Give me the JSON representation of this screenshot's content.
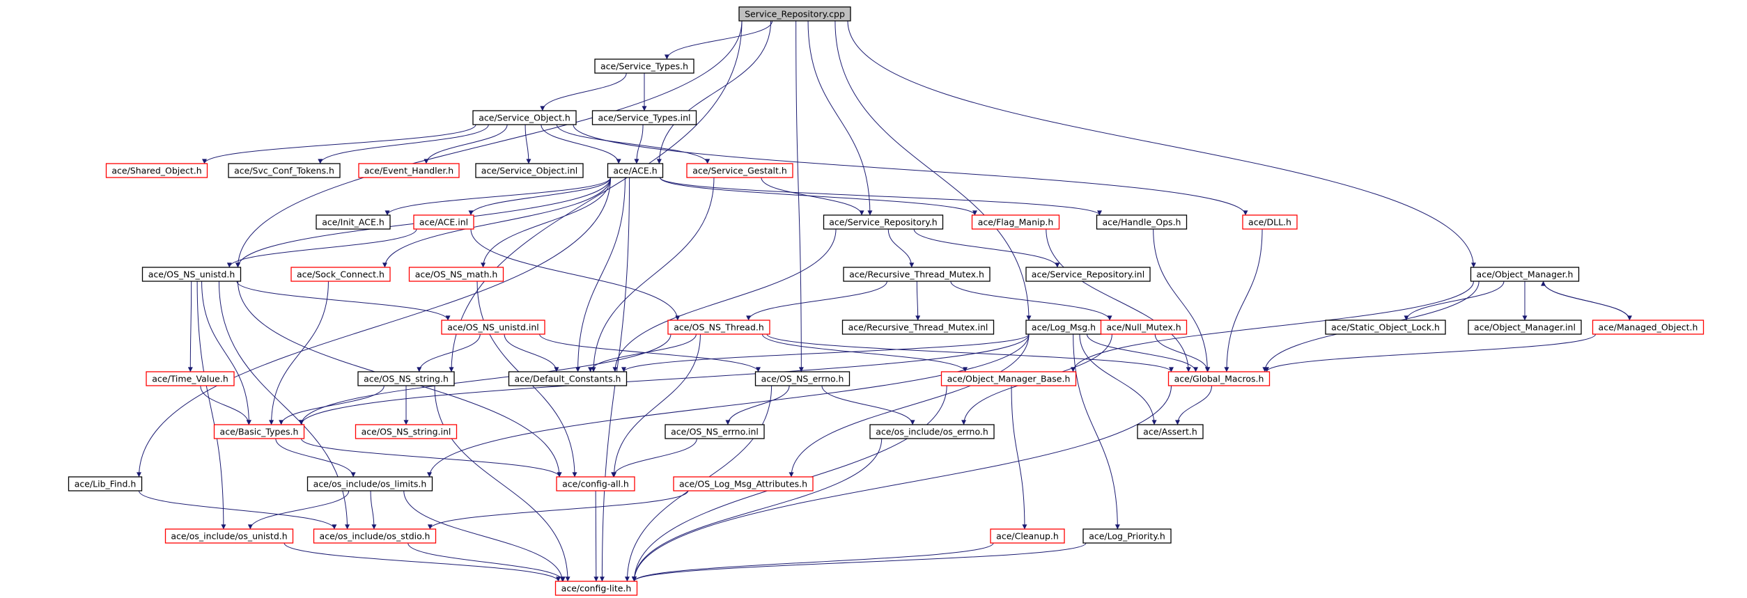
{
  "colors": {
    "edge": "#191970",
    "root_fill": "#bfbfbf",
    "doc_border": "#000000",
    "undoc_border": "#ff0000",
    "node_fill": "#ffffff"
  },
  "nodes": [
    {
      "id": "root",
      "label": "Service_Repository.cpp",
      "kind": "root"
    },
    {
      "id": "svctypes",
      "label": "ace/Service_Types.h",
      "kind": "doc"
    },
    {
      "id": "svcobj",
      "label": "ace/Service_Object.h",
      "kind": "doc"
    },
    {
      "id": "svctypesinl",
      "label": "ace/Service_Types.inl",
      "kind": "doc"
    },
    {
      "id": "sharedobj",
      "label": "ace/Shared_Object.h",
      "kind": "undoc"
    },
    {
      "id": "svcconf",
      "label": "ace/Svc_Conf_Tokens.h",
      "kind": "doc"
    },
    {
      "id": "evhandler",
      "label": "ace/Event_Handler.h",
      "kind": "undoc"
    },
    {
      "id": "svcobjinl",
      "label": "ace/Service_Object.inl",
      "kind": "doc"
    },
    {
      "id": "aceh",
      "label": "ace/ACE.h",
      "kind": "doc"
    },
    {
      "id": "gestalt",
      "label": "ace/Service_Gestalt.h",
      "kind": "undoc"
    },
    {
      "id": "initace",
      "label": "ace/Init_ACE.h",
      "kind": "doc"
    },
    {
      "id": "aceinl",
      "label": "ace/ACE.inl",
      "kind": "undoc"
    },
    {
      "id": "svcrepo",
      "label": "ace/Service_Repository.h",
      "kind": "doc"
    },
    {
      "id": "flagmanip",
      "label": "ace/Flag_Manip.h",
      "kind": "undoc"
    },
    {
      "id": "handleops",
      "label": "ace/Handle_Ops.h",
      "kind": "doc"
    },
    {
      "id": "dll",
      "label": "ace/DLL.h",
      "kind": "undoc"
    },
    {
      "id": "unistd",
      "label": "ace/OS_NS_unistd.h",
      "kind": "doc"
    },
    {
      "id": "sockconnect",
      "label": "ace/Sock_Connect.h",
      "kind": "undoc"
    },
    {
      "id": "osmath",
      "label": "ace/OS_NS_math.h",
      "kind": "undoc"
    },
    {
      "id": "recmutex",
      "label": "ace/Recursive_Thread_Mutex.h",
      "kind": "doc"
    },
    {
      "id": "svcrepoinl",
      "label": "ace/Service_Repository.inl",
      "kind": "doc"
    },
    {
      "id": "objmgr",
      "label": "ace/Object_Manager.h",
      "kind": "doc"
    },
    {
      "id": "unistdinl",
      "label": "ace/OS_NS_unistd.inl",
      "kind": "undoc"
    },
    {
      "id": "osthread",
      "label": "ace/OS_NS_Thread.h",
      "kind": "undoc"
    },
    {
      "id": "recmutexinl",
      "label": "ace/Recursive_Thread_Mutex.inl",
      "kind": "doc"
    },
    {
      "id": "logmsg",
      "label": "ace/Log_Msg.h",
      "kind": "doc"
    },
    {
      "id": "nullmutex",
      "label": "ace/Null_Mutex.h",
      "kind": "undoc"
    },
    {
      "id": "staticlock",
      "label": "ace/Static_Object_Lock.h",
      "kind": "doc"
    },
    {
      "id": "objmgrinl",
      "label": "ace/Object_Manager.inl",
      "kind": "doc"
    },
    {
      "id": "managedobj",
      "label": "ace/Managed_Object.h",
      "kind": "undoc"
    },
    {
      "id": "timevalue",
      "label": "ace/Time_Value.h",
      "kind": "undoc"
    },
    {
      "id": "osstring",
      "label": "ace/OS_NS_string.h",
      "kind": "doc"
    },
    {
      "id": "defconst",
      "label": "ace/Default_Constants.h",
      "kind": "doc"
    },
    {
      "id": "oserrno",
      "label": "ace/OS_NS_errno.h",
      "kind": "doc"
    },
    {
      "id": "objmgrbase",
      "label": "ace/Object_Manager_Base.h",
      "kind": "undoc"
    },
    {
      "id": "globalmacros",
      "label": "ace/Global_Macros.h",
      "kind": "undoc"
    },
    {
      "id": "basictypes",
      "label": "ace/Basic_Types.h",
      "kind": "undoc"
    },
    {
      "id": "osstringinl",
      "label": "ace/OS_NS_string.inl",
      "kind": "undoc"
    },
    {
      "id": "oserrnoinl",
      "label": "ace/OS_NS_errno.inl",
      "kind": "doc"
    },
    {
      "id": "osincerrno",
      "label": "ace/os_include/os_errno.h",
      "kind": "doc"
    },
    {
      "id": "assert",
      "label": "ace/Assert.h",
      "kind": "doc"
    },
    {
      "id": "libfind",
      "label": "ace/Lib_Find.h",
      "kind": "doc"
    },
    {
      "id": "oslimits",
      "label": "ace/os_include/os_limits.h",
      "kind": "doc"
    },
    {
      "id": "configall",
      "label": "ace/config-all.h",
      "kind": "undoc"
    },
    {
      "id": "logmsgattr",
      "label": "ace/OS_Log_Msg_Attributes.h",
      "kind": "undoc"
    },
    {
      "id": "osincunistd",
      "label": "ace/os_include/os_unistd.h",
      "kind": "undoc"
    },
    {
      "id": "osincstdio",
      "label": "ace/os_include/os_stdio.h",
      "kind": "undoc"
    },
    {
      "id": "cleanup",
      "label": "ace/Cleanup.h",
      "kind": "undoc"
    },
    {
      "id": "logpriority",
      "label": "ace/Log_Priority.h",
      "kind": "doc"
    },
    {
      "id": "configlite",
      "label": "ace/config-lite.h",
      "kind": "undoc"
    }
  ],
  "edges": [
    [
      "root",
      "svctypes"
    ],
    [
      "root",
      "aceh"
    ],
    [
      "root",
      "unistd"
    ],
    [
      "root",
      "osstring"
    ],
    [
      "root",
      "oserrno"
    ],
    [
      "root",
      "svcrepo"
    ],
    [
      "root",
      "logmsg"
    ],
    [
      "root",
      "objmgr"
    ],
    [
      "svctypes",
      "svcobj"
    ],
    [
      "svctypes",
      "svctypesinl"
    ],
    [
      "svcobj",
      "sharedobj"
    ],
    [
      "svcobj",
      "svcconf"
    ],
    [
      "svcobj",
      "evhandler"
    ],
    [
      "svcobj",
      "svcobjinl"
    ],
    [
      "svcobj",
      "aceh"
    ],
    [
      "svcobj",
      "gestalt"
    ],
    [
      "svcobj",
      "dll"
    ],
    [
      "svctypesinl",
      "aceh"
    ],
    [
      "aceh",
      "initace"
    ],
    [
      "aceh",
      "aceinl"
    ],
    [
      "aceh",
      "flagmanip"
    ],
    [
      "aceh",
      "handleops"
    ],
    [
      "aceh",
      "sockconnect"
    ],
    [
      "aceh",
      "osmath"
    ],
    [
      "aceh",
      "defconst"
    ],
    [
      "aceh",
      "libfind"
    ],
    [
      "aceh",
      "configlite"
    ],
    [
      "aceh",
      "unistd"
    ],
    [
      "gestalt",
      "svcrepo"
    ],
    [
      "gestalt",
      "defconst"
    ],
    [
      "aceinl",
      "unistd"
    ],
    [
      "aceinl",
      "osthread"
    ],
    [
      "svcrepo",
      "recmutex"
    ],
    [
      "svcrepo",
      "svcrepoinl"
    ],
    [
      "svcrepo",
      "defconst"
    ],
    [
      "flagmanip",
      "globalmacros"
    ],
    [
      "handleops",
      "globalmacros"
    ],
    [
      "dll",
      "globalmacros"
    ],
    [
      "unistd",
      "unistdinl"
    ],
    [
      "unistd",
      "timevalue"
    ],
    [
      "unistd",
      "basictypes"
    ],
    [
      "unistd",
      "osincunistd"
    ],
    [
      "unistd",
      "osincstdio"
    ],
    [
      "unistd",
      "configall"
    ],
    [
      "sockconnect",
      "basictypes"
    ],
    [
      "osmath",
      "configall"
    ],
    [
      "recmutex",
      "osthread"
    ],
    [
      "recmutex",
      "recmutexinl"
    ],
    [
      "recmutex",
      "nullmutex"
    ],
    [
      "objmgr",
      "staticlock"
    ],
    [
      "objmgr",
      "objmgrinl"
    ],
    [
      "objmgr",
      "managedobj"
    ],
    [
      "objmgr",
      "objmgrbase"
    ],
    [
      "objmgr",
      "globalmacros"
    ],
    [
      "managedobj",
      "objmgr"
    ],
    [
      "managedobj",
      "globalmacros"
    ],
    [
      "unistdinl",
      "osstring"
    ],
    [
      "unistdinl",
      "defconst"
    ],
    [
      "unistdinl",
      "oserrno"
    ],
    [
      "osthread",
      "defconst"
    ],
    [
      "osthread",
      "basictypes"
    ],
    [
      "osthread",
      "configall"
    ],
    [
      "osthread",
      "objmgrbase"
    ],
    [
      "osthread",
      "globalmacros"
    ],
    [
      "logmsg",
      "defconst"
    ],
    [
      "logmsg",
      "globalmacros"
    ],
    [
      "logmsg",
      "assert"
    ],
    [
      "logmsg",
      "logpriority"
    ],
    [
      "logmsg",
      "logmsgattr"
    ],
    [
      "logmsg",
      "oslimits"
    ],
    [
      "logmsg",
      "basictypes"
    ],
    [
      "nullmutex",
      "globalmacros"
    ],
    [
      "nullmutex",
      "osincerrno"
    ],
    [
      "timevalue",
      "basictypes"
    ],
    [
      "osstring",
      "basictypes"
    ],
    [
      "osstring",
      "osstringinl"
    ],
    [
      "osstring",
      "configlite"
    ],
    [
      "oserrno",
      "oserrnoinl"
    ],
    [
      "oserrno",
      "osincerrno"
    ],
    [
      "oserrno",
      "configlite"
    ],
    [
      "objmgrbase",
      "cleanup"
    ],
    [
      "objmgrbase",
      "configlite"
    ],
    [
      "globalmacros",
      "assert"
    ],
    [
      "globalmacros",
      "configlite"
    ],
    [
      "basictypes",
      "oslimits"
    ],
    [
      "basictypes",
      "configall"
    ],
    [
      "oserrnoinl",
      "configall"
    ],
    [
      "osincerrno",
      "configlite"
    ],
    [
      "libfind",
      "osincstdio"
    ],
    [
      "oslimits",
      "osincunistd"
    ],
    [
      "oslimits",
      "osincstdio"
    ],
    [
      "oslimits",
      "configlite"
    ],
    [
      "configall",
      "configlite"
    ],
    [
      "logmsgattr",
      "osincstdio"
    ],
    [
      "osincunistd",
      "configlite"
    ],
    [
      "osincstdio",
      "configlite"
    ],
    [
      "cleanup",
      "configlite"
    ],
    [
      "logpriority",
      "configlite"
    ]
  ]
}
